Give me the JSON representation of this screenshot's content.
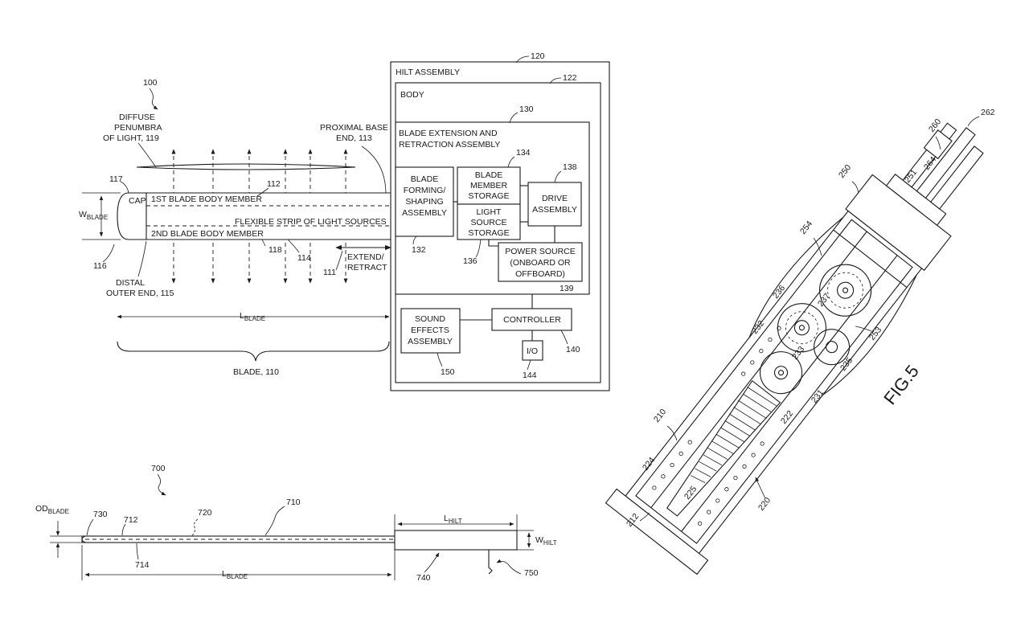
{
  "figure_label": "FIG.5",
  "fig_a": {
    "ref_system": "100",
    "diffuse_label": [
      "DIFFUSE",
      "PENUMBRA",
      "OF LIGHT, 119"
    ],
    "proximal_label": [
      "PROXIMAL BASE",
      "END, 113"
    ],
    "cap": "CAP",
    "blade_member_1": "1ST BLADE BODY MEMBER",
    "blade_member_2": "2ND BLADE BODY MEMBER",
    "light_strip": "FLEXIBLE STRIP OF LIGHT SOURCES",
    "w_blade": "W",
    "w_blade_sub": "BLADE",
    "distal_label": [
      "DISTAL",
      "OUTER END, 115"
    ],
    "extend_retract": [
      "EXTEND/",
      "RETRACT"
    ],
    "l_blade": "L",
    "l_blade_sub": "BLADE",
    "blade_label": "BLADE, 110",
    "refs": {
      "r117": "117",
      "r112": "112",
      "r116": "116",
      "r118": "118",
      "r114": "114",
      "r111": "111"
    }
  },
  "hilt": {
    "ref_hilt": "120",
    "hilt_title": "HILT ASSEMBLY",
    "ref_body": "122",
    "body_title": "BODY",
    "ref_ext": "130",
    "ext_title": [
      "BLADE EXTENSION AND",
      "RETRACTION ASSEMBLY"
    ],
    "forming": [
      "BLADE",
      "FORMING/",
      "SHAPING",
      "ASSEMBLY"
    ],
    "ref_forming": "132",
    "member_storage": [
      "BLADE",
      "MEMBER",
      "STORAGE"
    ],
    "ref_member_storage": "134",
    "light_storage": [
      "LIGHT",
      "SOURCE",
      "STORAGE"
    ],
    "ref_light_storage": "136",
    "drive": [
      "DRIVE",
      "ASSEMBLY"
    ],
    "ref_drive": "138",
    "power": [
      "POWER SOURCE",
      "(ONBOARD OR",
      "OFFBOARD)"
    ],
    "ref_power": "139",
    "controller": "CONTROLLER",
    "ref_controller": "140",
    "sound": [
      "SOUND",
      "EFFECTS",
      "ASSEMBLY"
    ],
    "ref_sound": "150",
    "io": "I/O",
    "ref_io": "144"
  },
  "fig_b": {
    "ref_system": "700",
    "od_blade": "OD",
    "od_blade_sub": "BLADE",
    "l_hilt": "L",
    "l_hilt_sub": "HILT",
    "w_hilt": "W",
    "w_hilt_sub": "HILT",
    "l_blade": "L",
    "l_blade_sub": "BLADE",
    "refs": {
      "r730": "730",
      "r712": "712",
      "r720": "720",
      "r710": "710",
      "r714": "714",
      "r740": "740",
      "r750": "750"
    }
  },
  "fig5": {
    "refs": {
      "r262": "262",
      "r260": "260",
      "r264": "264",
      "r251": "251",
      "r250": "250",
      "r254": "254",
      "r236": "236",
      "r237": "237",
      "r232": "232",
      "r233": "233",
      "r253": "253",
      "r235": "235",
      "r231": "231",
      "r222": "222",
      "r210": "210",
      "r224": "224",
      "r225": "225",
      "r220": "220",
      "r212": "212"
    }
  }
}
